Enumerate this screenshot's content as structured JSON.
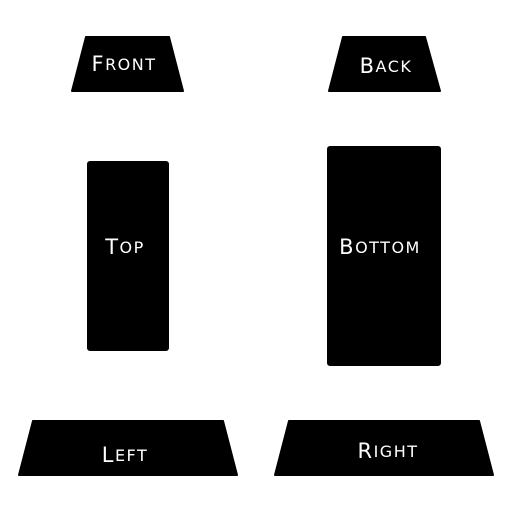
{
  "panel_fill": "#000000",
  "label_color": "#ffffff",
  "panels": {
    "front": {
      "initial": "F",
      "rest": "RONT"
    },
    "back": {
      "initial": "B",
      "rest": "ACK"
    },
    "top": {
      "initial": "T",
      "rest": "OP"
    },
    "bottom": {
      "initial": "B",
      "rest": "OTTOM"
    },
    "left": {
      "initial": "L",
      "rest": "EFT"
    },
    "right": {
      "initial": "R",
      "rest": "IGHT"
    }
  }
}
